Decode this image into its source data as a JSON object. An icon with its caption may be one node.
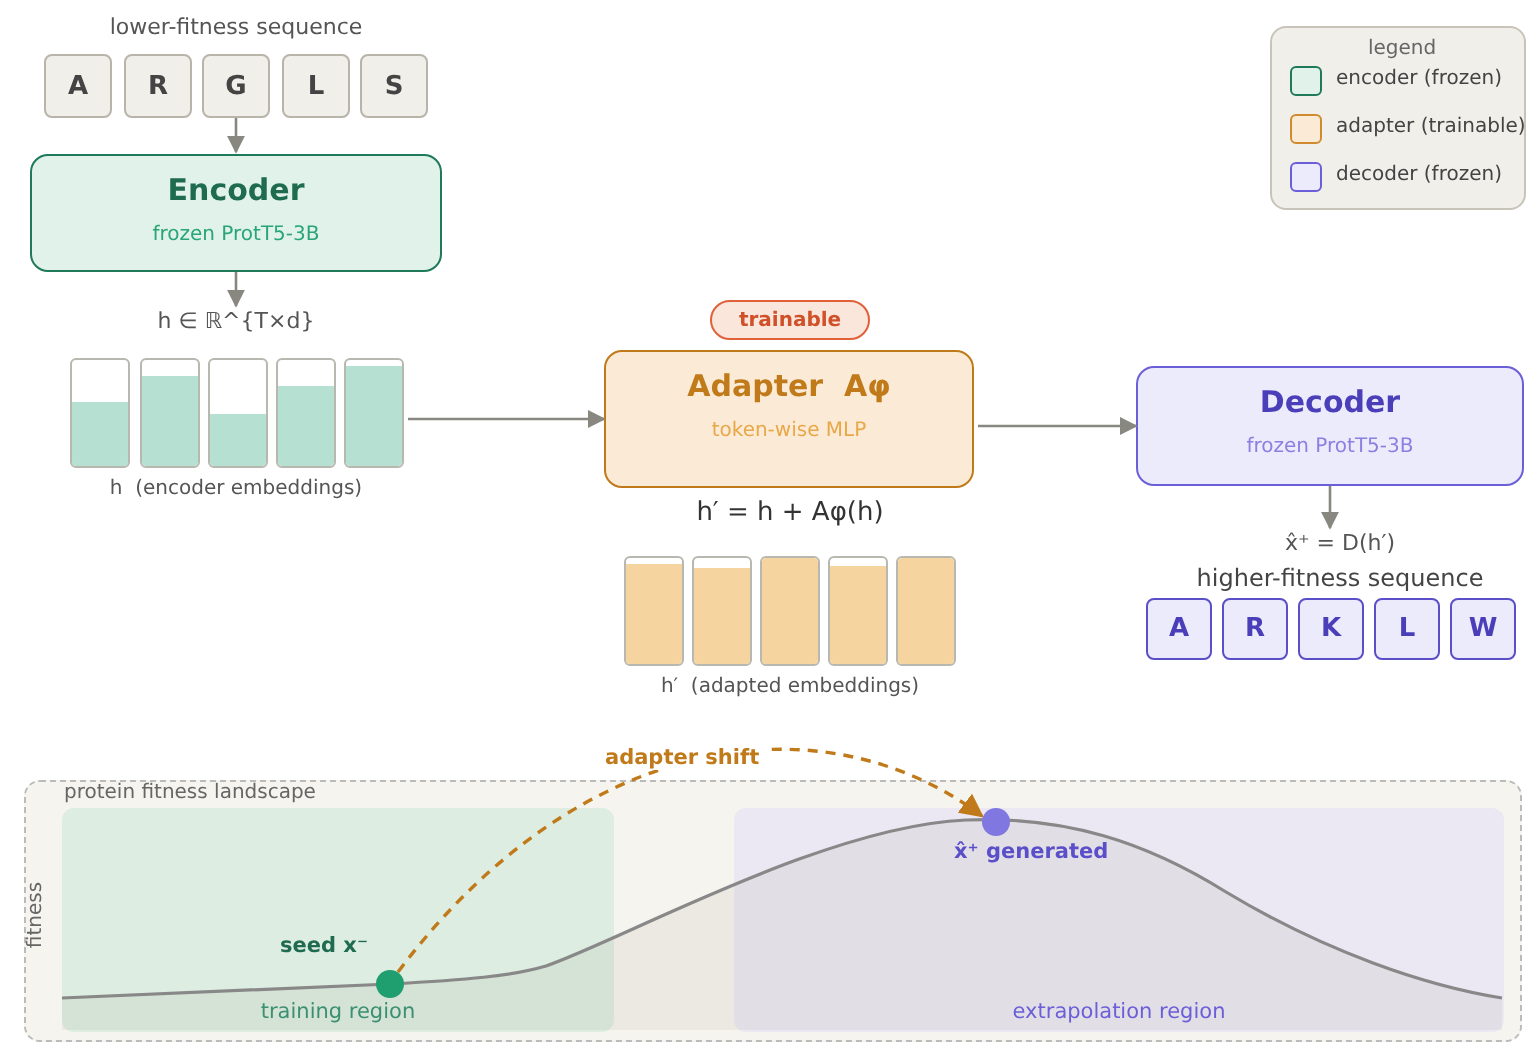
{
  "diagram": {
    "nodes": [
      {
        "text": [
          "A"
        ]
      },
      {
        "text": [
          "R"
        ]
      },
      {
        "text": [
          "G"
        ]
      },
      {
        "text": [
          "L"
        ]
      },
      {
        "text": [
          "S"
        ]
      },
      {
        "text": [
          "Encoder",
          "frozen ProtT5-3B"
        ]
      },
      {
        "text": [
          "h ∈ ℝ^{T×d}"
        ]
      },
      {
        "text": [],
        "shape": "bar"
      },
      {
        "text": [],
        "shape": "bar"
      },
      {
        "text": [],
        "shape": "bar"
      },
      {
        "text": [],
        "shape": "bar"
      },
      {
        "text": [],
        "shape": "bar"
      },
      {
        "text": [
          "trainable"
        ]
      },
      {
        "text": [
          "Adapter  Aφ",
          "token-wise MLP"
        ]
      },
      {
        "text": [],
        "shape": "bar"
      },
      {
        "text": [],
        "shape": "bar"
      },
      {
        "text": [],
        "shape": "bar"
      },
      {
        "text": [],
        "shape": "bar"
      },
      {
        "text": [],
        "shape": "bar"
      },
      {
        "text": [
          "Decoder",
          "frozen ProtT5-3B"
        ]
      },
      {
        "text": [
          "x̂⁺ = D(h′)"
        ]
      },
      {
        "text": [
          "A"
        ]
      },
      {
        "text": [
          "R"
        ]
      },
      {
        "text": [
          "K"
        ]
      },
      {
        "text": [
          "L"
        ]
      },
      {
        "text": [
          "W"
        ]
      },
      {
        "text": [
          "protein fitness landscape"
        ]
      },
      {
        "text": [
          "training region"
        ],
        "in": 26
      },
      {
        "text": [
          "extrapolation region"
        ],
        "in": 26
      },
      {
        "text": [],
        "shape": "circle",
        "in": 27,
        "beside": [
          "seed x⁻"
        ]
      },
      {
        "text": [],
        "shape": "circle",
        "in": 28,
        "beside": [
          "x̂⁺ generated"
        ]
      }
    ],
    "edges": [
      {
        "from": 2,
        "to": 5,
        "arrow": "to"
      },
      {
        "from": 5,
        "to": 6,
        "arrow": "to"
      },
      {
        "from": 11,
        "to": 13,
        "arrow": "to"
      },
      {
        "from": 13,
        "to": 19,
        "arrow": "to"
      },
      {
        "from": 19,
        "to": 20,
        "arrow": "to"
      },
      {
        "from": 29,
        "to": 30,
        "arrow": "to",
        "label": "adapter shift",
        "style": "dashed",
        "color": "#c07a1a"
      }
    ],
    "labels": [
      "lower-fitness sequence",
      "legend",
      "h  (encoder embeddings)",
      "h′ = h + Aφ(h)",
      "h′  (adapted embeddings)",
      "higher-fitness sequence",
      "fitness"
    ],
    "legend": [
      {
        "text": "encoder (frozen)",
        "color": "#e0f2ea"
      },
      {
        "text": "adapter (trainable)",
        "color": "#fbebd6"
      },
      {
        "text": "decoder (frozen)",
        "color": "#ecebfc"
      }
    ]
  }
}
